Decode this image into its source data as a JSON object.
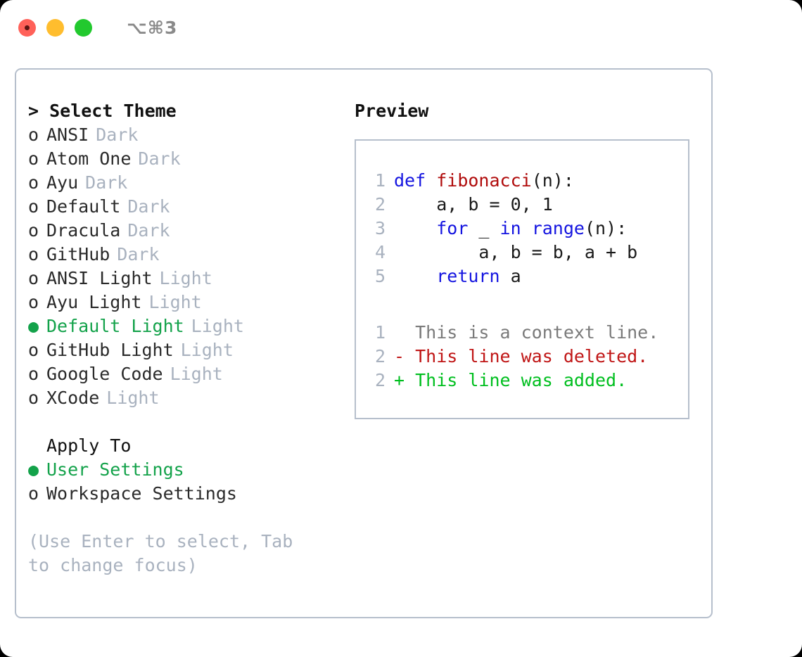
{
  "titlebar": {
    "shortcut": "⌥⌘3",
    "buttons": [
      {
        "name": "close",
        "color": "#ff6159"
      },
      {
        "name": "minimize",
        "color": "#ffbd2e"
      },
      {
        "name": "zoom",
        "color": "#22c92e"
      }
    ]
  },
  "theme_picker": {
    "header": "> Select Theme",
    "selected_marker": "●",
    "unselected_marker": "o",
    "items": [
      {
        "label": "ANSI",
        "tag": "Dark",
        "selected": false
      },
      {
        "label": "Atom One",
        "tag": "Dark",
        "selected": false
      },
      {
        "label": "Ayu",
        "tag": "Dark",
        "selected": false
      },
      {
        "label": "Default",
        "tag": "Dark",
        "selected": false
      },
      {
        "label": "Dracula",
        "tag": "Dark",
        "selected": false
      },
      {
        "label": "GitHub",
        "tag": "Dark",
        "selected": false
      },
      {
        "label": "ANSI Light",
        "tag": "Light",
        "selected": false
      },
      {
        "label": "Ayu Light",
        "tag": "Light",
        "selected": false
      },
      {
        "label": "Default Light",
        "tag": "Light",
        "selected": true
      },
      {
        "label": "GitHub Light",
        "tag": "Light",
        "selected": false
      },
      {
        "label": "Google Code",
        "tag": "Light",
        "selected": false
      },
      {
        "label": "XCode",
        "tag": "Light",
        "selected": false
      }
    ]
  },
  "apply_to": {
    "header": "Apply To",
    "items": [
      {
        "label": "User Settings",
        "selected": true
      },
      {
        "label": "Workspace Settings",
        "selected": false
      }
    ]
  },
  "hint": "(Use Enter to select, Tab to change focus)",
  "preview": {
    "title": "Preview",
    "code_lines": [
      {
        "num": "1",
        "tokens": [
          {
            "t": "def",
            "c": "kw"
          },
          {
            "t": " ",
            "c": "pl"
          },
          {
            "t": "fibonacci",
            "c": "fn"
          },
          {
            "t": "(n):",
            "c": "pl"
          }
        ]
      },
      {
        "num": "2",
        "tokens": [
          {
            "t": "    a, b = 0, 1",
            "c": "pl"
          }
        ]
      },
      {
        "num": "3",
        "tokens": [
          {
            "t": "    ",
            "c": "pl"
          },
          {
            "t": "for",
            "c": "kw"
          },
          {
            "t": " _ ",
            "c": "pl"
          },
          {
            "t": "in",
            "c": "kw"
          },
          {
            "t": " ",
            "c": "pl"
          },
          {
            "t": "range",
            "c": "kw"
          },
          {
            "t": "(n):",
            "c": "pl"
          }
        ]
      },
      {
        "num": "4",
        "tokens": [
          {
            "t": "        a, b = b, a + b",
            "c": "pl"
          }
        ]
      },
      {
        "num": "5",
        "tokens": [
          {
            "t": "    ",
            "c": "pl"
          },
          {
            "t": "return",
            "c": "kw"
          },
          {
            "t": " a",
            "c": "pl"
          }
        ]
      }
    ],
    "diff_lines": [
      {
        "num": "1",
        "text": "  This is a context line.",
        "kind": "ctx"
      },
      {
        "num": "2",
        "text": "- This line was deleted.",
        "kind": "del"
      },
      {
        "num": "2",
        "text": "+ This line was added.",
        "kind": "add"
      }
    ]
  },
  "colors": {
    "accent_green": "#13a24a",
    "muted": "#a9b2bf",
    "border": "#b6bfcc",
    "keyword_blue": "#1414e0",
    "function_red": "#b00b0b",
    "diff_add": "#00bf1f",
    "diff_del": "#c01616"
  }
}
